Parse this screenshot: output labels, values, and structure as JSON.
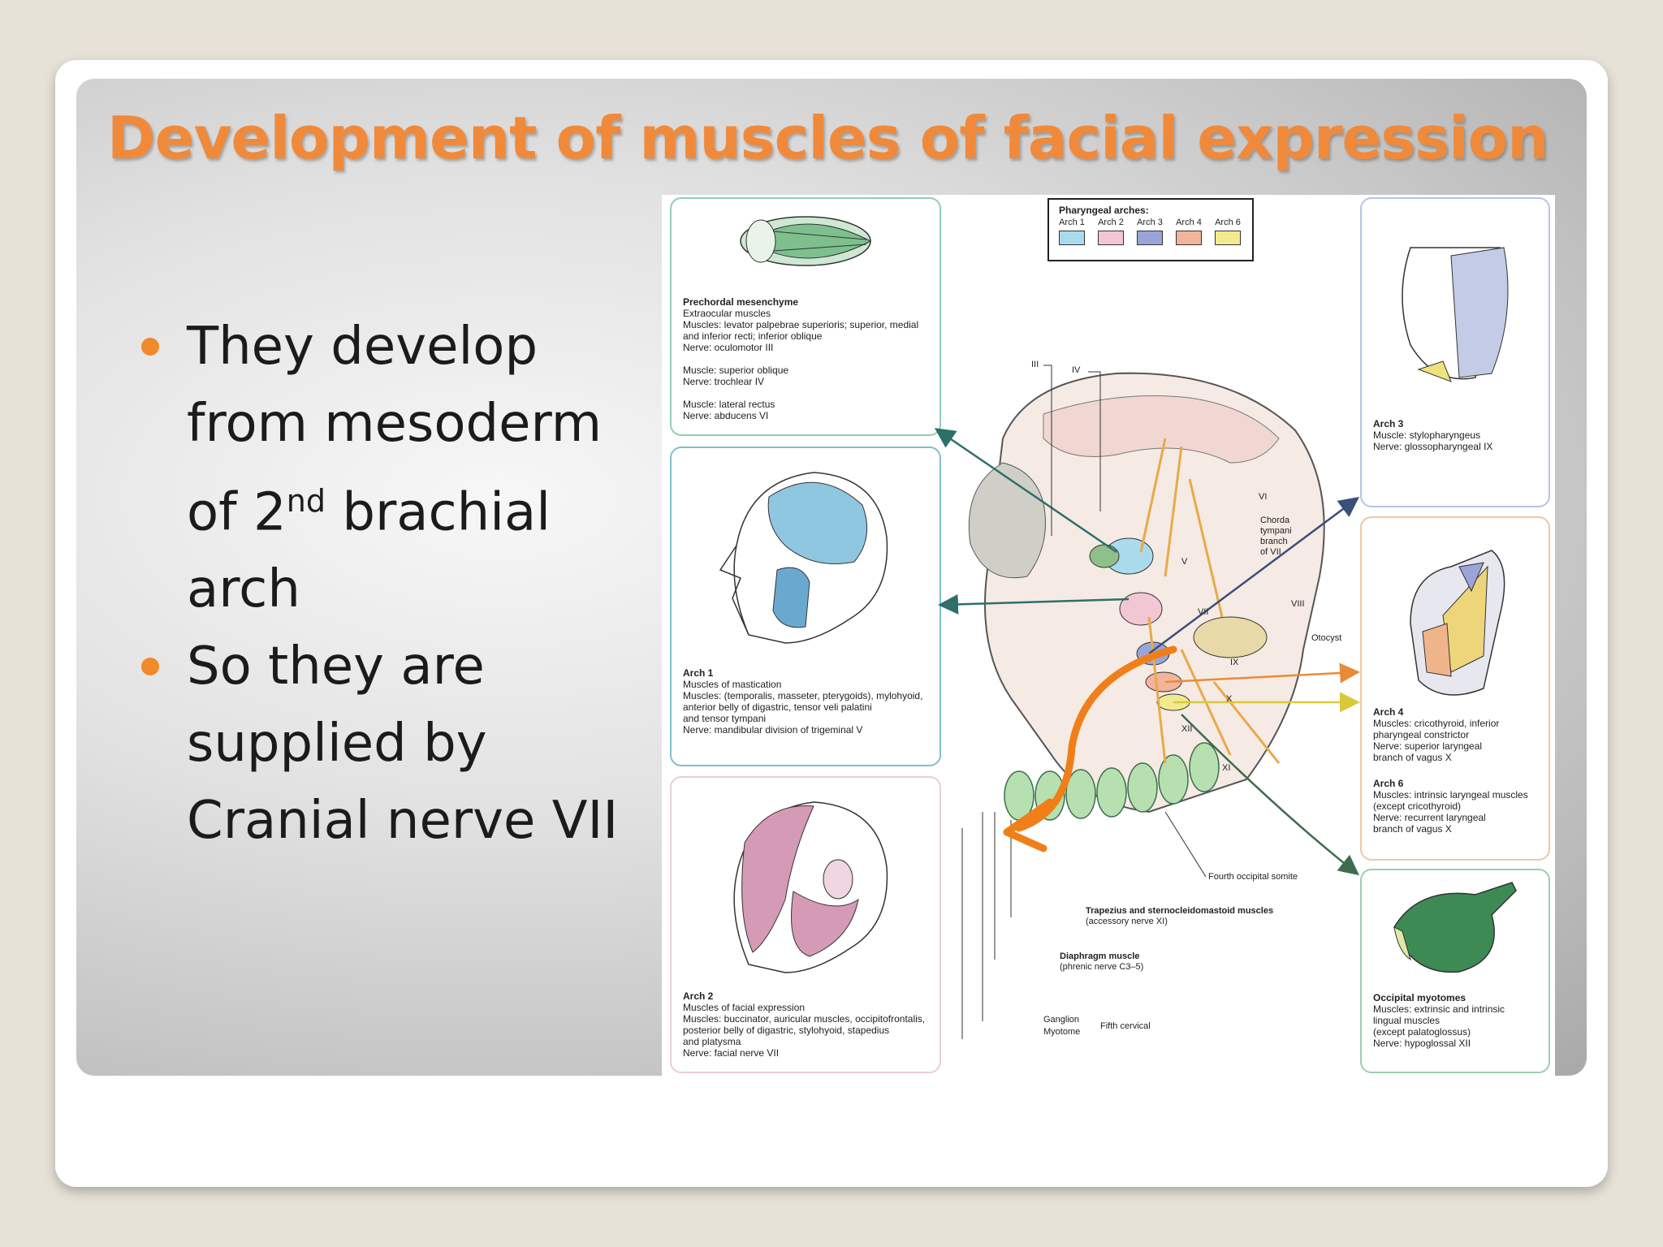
{
  "slide": {
    "title": "Development of muscles of facial expression",
    "bullets": [
      {
        "text_before": "They develop from mesoderm of 2",
        "superscript": "nd",
        "text_after": " brachial arch"
      },
      {
        "text_before": "So they are supplied by Cranial nerve VII",
        "superscript": "",
        "text_after": ""
      }
    ],
    "colors": {
      "title": "#f08a3a",
      "bullet": "#f08a2a",
      "arrow": "#f07f1a"
    }
  },
  "figure": {
    "legend": {
      "title": "Pharyngeal arches:",
      "items": [
        {
          "label": "Arch 1",
          "color": "#a9dbec"
        },
        {
          "label": "Arch 2",
          "color": "#f2c6d2"
        },
        {
          "label": "Arch 3",
          "color": "#9aa4d8"
        },
        {
          "label": "Arch 4",
          "color": "#f3b49c"
        },
        {
          "label": "Arch 6",
          "color": "#f2ea8e"
        }
      ]
    },
    "panels": {
      "prechordal": {
        "heading": "Prechordal mesenchyme",
        "body": "Extraocular muscles\nMuscles:   levator palpebrae superioris; superior, medial\n                and inferior recti; inferior oblique\nNerve:      oculomotor  III\n\nMuscle:    superior oblique\nNerve:      trochlear  IV\n\nMuscle:    lateral rectus\nNerve:      abducens  VI"
      },
      "arch1": {
        "heading": "Arch 1",
        "body": "Muscles of mastication\nMuscles:   (temporalis, masseter, pterygoids), mylohyoid,\n                anterior belly of digastric, tensor veli palatini\n                and tensor tympani\nNerve:      mandibular division of trigeminal  V"
      },
      "arch2": {
        "heading": "Arch 2",
        "body": "Muscles of facial expression\nMuscles:   buccinator, auricular muscles, occipitofrontalis,\n                posterior belly of digastric, stylohyoid, stapedius\n                and platysma\nNerve:      facial  nerve VII"
      },
      "arch3": {
        "heading": "Arch 3",
        "body": "Muscle:    stylopharyngeus\nNerve:      glossopharyngeal  IX"
      },
      "arch46": {
        "heading4": "Arch 4",
        "body4": "Muscles:   cricothyroid, inferior\n                pharyngeal constrictor\nNerve:      superior laryngeal\n                branch of vagus X",
        "heading6": "Arch 6",
        "body6": "Muscles:   intrinsic laryngeal muscles\n                (except cricothyroid)\nNerve:      recurrent laryngeal\n                branch of vagus  X"
      },
      "occipital": {
        "heading": "Occipital myotomes",
        "body": "Muscles:   extrinsic and intrinsic\n                lingual muscles\n                (except palatoglossus)\nNerve:      hypoglossal  XII"
      }
    },
    "labels": {
      "n3": "III",
      "n4": "IV",
      "n6": "VI",
      "chorda": "Chorda\ntympani\nbranch\nof VII",
      "n5": "V",
      "n7": "VII",
      "n8": "VIII",
      "otocyst": "Otocyst",
      "n9": "IX",
      "n10": "X",
      "n11": "XI",
      "n12": "XII",
      "fourth_somite": "Fourth occipital somite",
      "trapezius": "Trapezius and sternocleidomastoid muscles",
      "trapezius_sub": "(accessory nerve XI)",
      "diaphragm": "Diaphragm muscle",
      "diaphragm_sub": "(phrenic nerve C3–5)",
      "ganglion": "Ganglion",
      "myotome": "Myotome",
      "fifth_cervical": "Fifth cervical"
    }
  }
}
